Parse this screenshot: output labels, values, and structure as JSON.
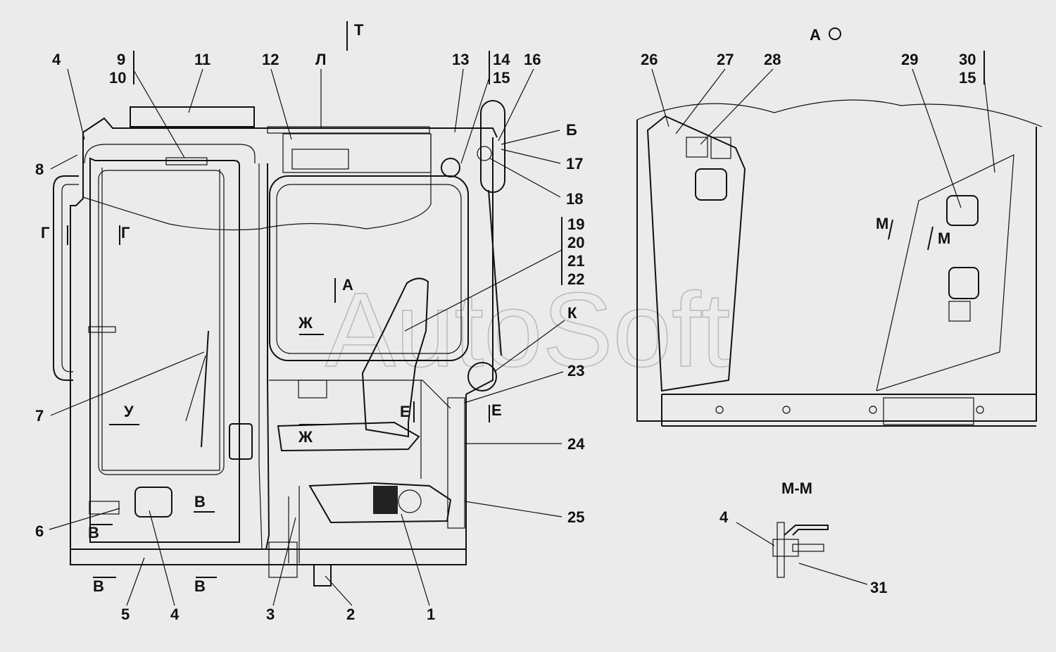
{
  "watermark": "AutoSoft",
  "callouts": [
    {
      "id": "c-4a",
      "label": "4"
    },
    {
      "id": "c-9",
      "label": "9"
    },
    {
      "id": "c-10",
      "label": "10"
    },
    {
      "id": "c-11",
      "label": "11"
    },
    {
      "id": "c-12",
      "label": "12"
    },
    {
      "id": "c-l",
      "label": "Л"
    },
    {
      "id": "c-t",
      "label": "Т"
    },
    {
      "id": "c-13",
      "label": "13"
    },
    {
      "id": "c-14",
      "label": "14"
    },
    {
      "id": "c-15a",
      "label": "15"
    },
    {
      "id": "c-16",
      "label": "16"
    },
    {
      "id": "c-b",
      "label": "Б"
    },
    {
      "id": "c-17",
      "label": "17"
    },
    {
      "id": "c-18",
      "label": "18"
    },
    {
      "id": "c-8",
      "label": "8"
    },
    {
      "id": "c-19",
      "label": "19"
    },
    {
      "id": "c-20",
      "label": "20"
    },
    {
      "id": "c-21",
      "label": "21"
    },
    {
      "id": "c-22",
      "label": "22"
    },
    {
      "id": "c-k",
      "label": "К"
    },
    {
      "id": "c-23",
      "label": "23"
    },
    {
      "id": "c-24",
      "label": "24"
    },
    {
      "id": "c-25",
      "label": "25"
    },
    {
      "id": "c-7",
      "label": "7"
    },
    {
      "id": "c-6",
      "label": "6"
    },
    {
      "id": "c-5",
      "label": "5"
    },
    {
      "id": "c-4b",
      "label": "4"
    },
    {
      "id": "c-3",
      "label": "3"
    },
    {
      "id": "c-2",
      "label": "2"
    },
    {
      "id": "c-1",
      "label": "1"
    },
    {
      "id": "c-26",
      "label": "26"
    },
    {
      "id": "c-27",
      "label": "27"
    },
    {
      "id": "c-28",
      "label": "28"
    },
    {
      "id": "c-29",
      "label": "29"
    },
    {
      "id": "c-30",
      "label": "30"
    },
    {
      "id": "c-15b",
      "label": "15"
    },
    {
      "id": "c-4c",
      "label": "4"
    },
    {
      "id": "c-31",
      "label": "31"
    }
  ],
  "view_markers": [
    {
      "id": "v-g1",
      "label": "Г"
    },
    {
      "id": "v-g2",
      "label": "Г"
    },
    {
      "id": "v-a",
      "label": "А"
    },
    {
      "id": "v-zh1",
      "label": "Ж"
    },
    {
      "id": "v-zh2",
      "label": "Ж"
    },
    {
      "id": "v-e1",
      "label": "Е"
    },
    {
      "id": "v-e2",
      "label": "Е"
    },
    {
      "id": "v-u",
      "label": "У"
    },
    {
      "id": "v-v1",
      "label": "В"
    },
    {
      "id": "v-v2",
      "label": "В"
    },
    {
      "id": "v-v3",
      "label": "В"
    },
    {
      "id": "v-v4",
      "label": "В"
    },
    {
      "id": "v-m1",
      "label": "М"
    },
    {
      "id": "v-m2",
      "label": "М"
    }
  ],
  "view_titles": {
    "view_a": "А",
    "section_mm": "М-М"
  }
}
